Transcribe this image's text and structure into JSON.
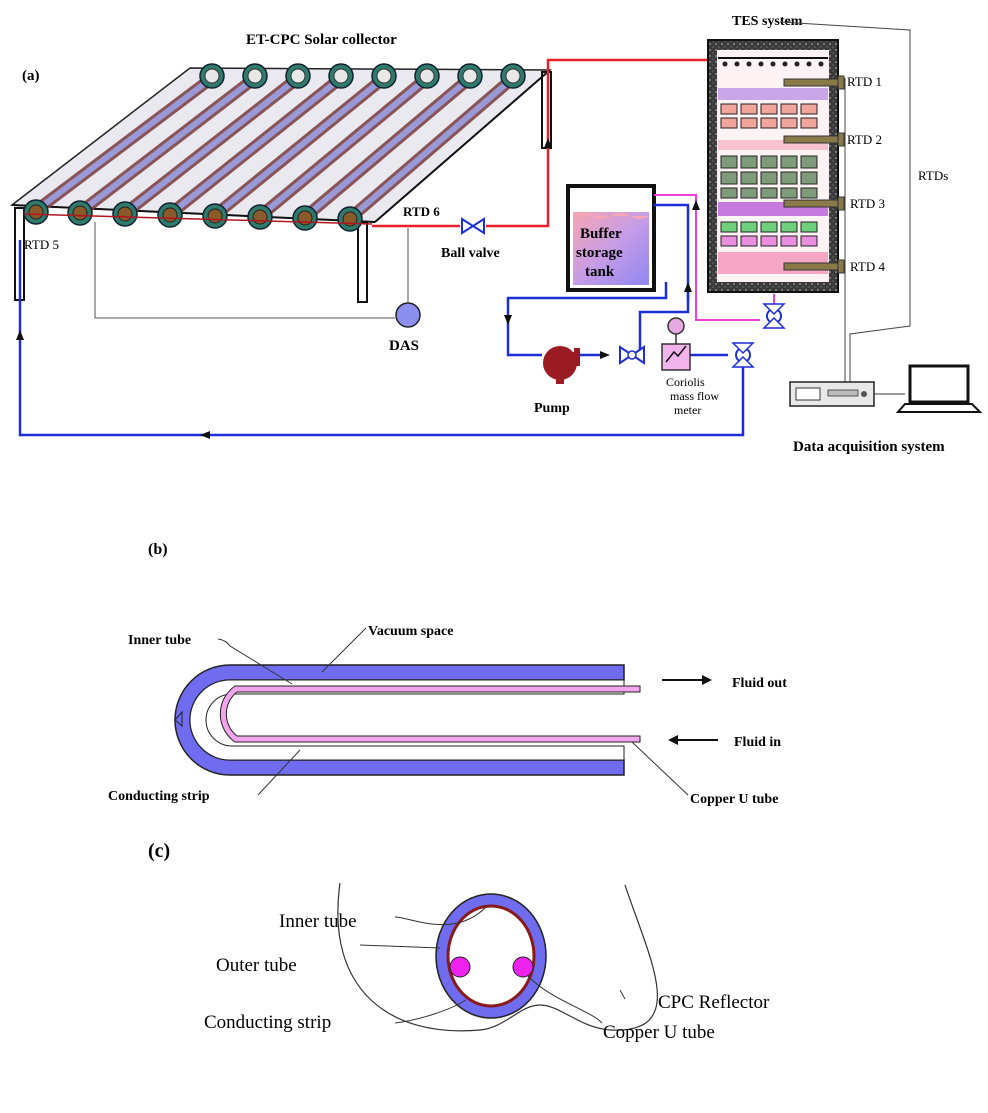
{
  "panel_a": {
    "label": "(a)",
    "collector_title": "ET-CPC Solar collector",
    "tes_title": "TES system",
    "rtd1": "RTD 1",
    "rtd2": "RTD 2",
    "rtd3": "RTD 3",
    "rtd4": "RTD 4",
    "rtd5": "RTD 5",
    "rtd6": "RTD 6",
    "rtds": "RTDs",
    "ball_valve": "Ball valve",
    "buffer_line1": "Buffer",
    "buffer_line2": "storage",
    "buffer_line3": "tank",
    "das": "DAS",
    "pump": "Pump",
    "coriolis_line1": "Coriolis",
    "coriolis_line2": "mass flow",
    "coriolis_line3": "meter",
    "data_acquisition": "Data acquisition system"
  },
  "panel_b": {
    "label": "(b)",
    "inner_tube": "Inner tube",
    "vacuum_space": "Vacuum space",
    "fluid_out": "Fluid out",
    "fluid_in": "Fluid in",
    "conducting_strip": "Conducting strip",
    "copper_u_tube": "Copper U tube"
  },
  "panel_c": {
    "label": "(c)",
    "inner_tube": "Inner tube",
    "outer_tube": "Outer tube",
    "conducting_strip": "Conducting strip",
    "copper_u_tube": "Copper U tube",
    "cpc_reflector": "CPC Reflector"
  },
  "colors": {
    "hot_line": "#e8202a",
    "cold_line": "#1c2fd6",
    "pink_line": "#ee3fd9",
    "tube_blue": "#6f6cf0",
    "tube_pink": "#f2a5ee",
    "copper_magenta": "#ee22ee",
    "pump_red": "#9a1b22"
  }
}
